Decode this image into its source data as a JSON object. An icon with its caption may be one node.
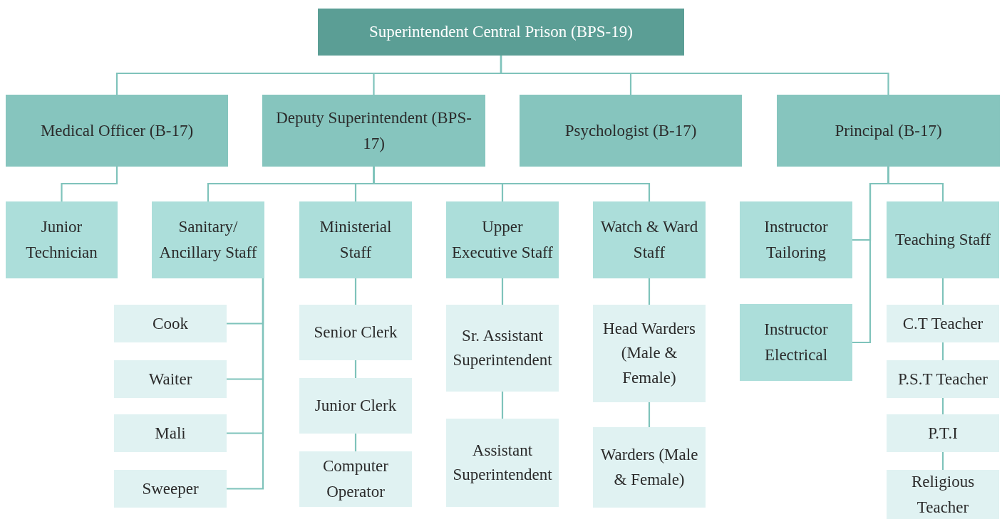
{
  "diagram": {
    "nodes": [
      {
        "text": [
          "Superintendent Central Prison (BPS-19)"
        ]
      },
      {
        "text": [
          "Medical Officer (B-17)"
        ]
      },
      {
        "text": [
          "Deputy Superintendent (BPS-17)"
        ]
      },
      {
        "text": [
          "Psychologist (B-17)"
        ]
      },
      {
        "text": [
          "Principal (B-17)"
        ]
      },
      {
        "text": [
          "Junior Technician"
        ]
      },
      {
        "text": [
          "Sanitary/ Ancillary Staff"
        ]
      },
      {
        "text": [
          "Ministerial Staff"
        ]
      },
      {
        "text": [
          "Upper Executive Staff"
        ]
      },
      {
        "text": [
          "Watch & Ward Staff"
        ]
      },
      {
        "text": [
          "Instructor Tailoring"
        ]
      },
      {
        "text": [
          "Teaching Staff"
        ]
      },
      {
        "text": [
          "Instructor Electrical"
        ]
      },
      {
        "text": [
          "Cook"
        ]
      },
      {
        "text": [
          "Waiter"
        ]
      },
      {
        "text": [
          "Mali"
        ]
      },
      {
        "text": [
          "Sweeper"
        ]
      },
      {
        "text": [
          "Senior Clerk"
        ]
      },
      {
        "text": [
          "Junior Clerk"
        ]
      },
      {
        "text": [
          "Computer Operator"
        ]
      },
      {
        "text": [
          "Sr. Assistant Superintendent"
        ]
      },
      {
        "text": [
          "Assistant Superintendent"
        ]
      },
      {
        "text": [
          "Head Warders (Male & Female)"
        ]
      },
      {
        "text": [
          "Warders (Male & Female)"
        ]
      },
      {
        "text": [
          "C.T Teacher"
        ]
      },
      {
        "text": [
          "P.S.T Teacher"
        ]
      },
      {
        "text": [
          "P.T.I"
        ]
      },
      {
        "text": [
          "Religious Teacher"
        ]
      }
    ],
    "edges": [
      {
        "from": 0,
        "to": 1,
        "arrow": "none"
      },
      {
        "from": 0,
        "to": 2,
        "arrow": "none"
      },
      {
        "from": 0,
        "to": 3,
        "arrow": "none"
      },
      {
        "from": 0,
        "to": 4,
        "arrow": "none"
      },
      {
        "from": 1,
        "to": 5,
        "arrow": "none"
      },
      {
        "from": 2,
        "to": 6,
        "arrow": "none"
      },
      {
        "from": 2,
        "to": 7,
        "arrow": "none"
      },
      {
        "from": 2,
        "to": 8,
        "arrow": "none"
      },
      {
        "from": 2,
        "to": 9,
        "arrow": "none"
      },
      {
        "from": 4,
        "to": 10,
        "arrow": "none"
      },
      {
        "from": 4,
        "to": 11,
        "arrow": "none"
      },
      {
        "from": 4,
        "to": 12,
        "arrow": "none"
      },
      {
        "from": 6,
        "to": 13,
        "arrow": "none"
      },
      {
        "from": 6,
        "to": 14,
        "arrow": "none"
      },
      {
        "from": 6,
        "to": 15,
        "arrow": "none"
      },
      {
        "from": 6,
        "to": 16,
        "arrow": "none"
      },
      {
        "from": 7,
        "to": 17,
        "arrow": "none"
      },
      {
        "from": 17,
        "to": 18,
        "arrow": "none"
      },
      {
        "from": 18,
        "to": 19,
        "arrow": "none"
      },
      {
        "from": 8,
        "to": 20,
        "arrow": "none"
      },
      {
        "from": 20,
        "to": 21,
        "arrow": "none"
      },
      {
        "from": 9,
        "to": 22,
        "arrow": "none"
      },
      {
        "from": 22,
        "to": 23,
        "arrow": "none"
      },
      {
        "from": 11,
        "to": 24,
        "arrow": "none"
      },
      {
        "from": 24,
        "to": 25,
        "arrow": "none"
      },
      {
        "from": 25,
        "to": 26,
        "arrow": "none"
      },
      {
        "from": 26,
        "to": 27,
        "arrow": "none"
      }
    ]
  }
}
